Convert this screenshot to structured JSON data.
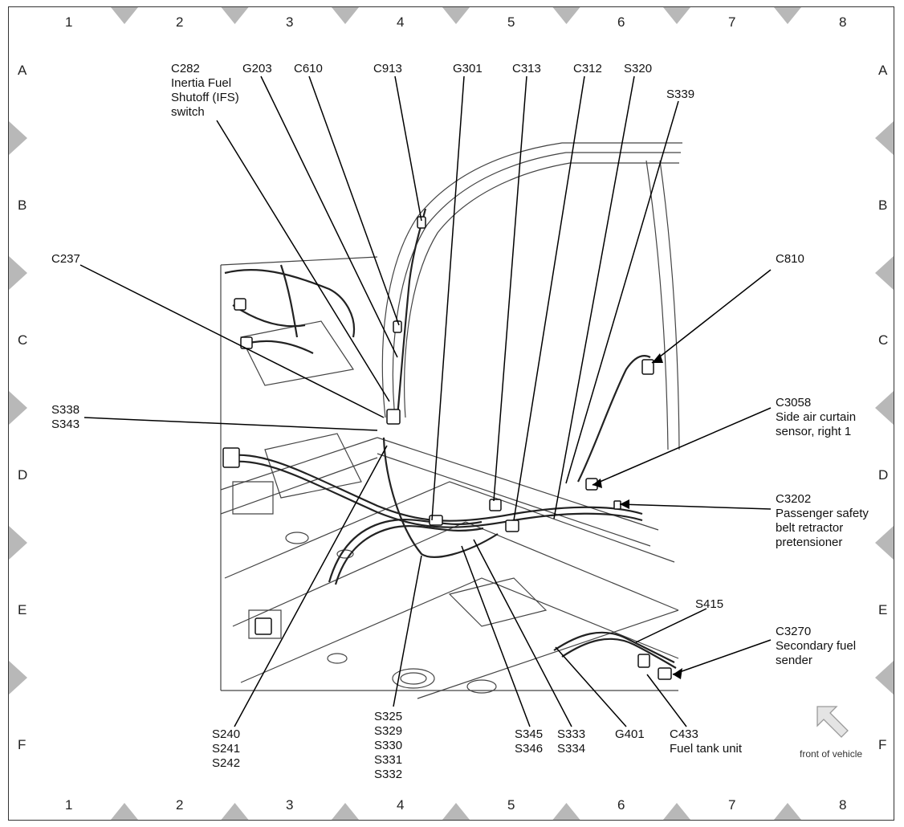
{
  "grid": {
    "columns": [
      "1",
      "2",
      "3",
      "4",
      "5",
      "6",
      "7",
      "8"
    ],
    "rows": [
      "A",
      "B",
      "C",
      "D",
      "E",
      "F"
    ]
  },
  "labels": {
    "c282": [
      "C282",
      "Inertia Fuel",
      "Shutoff (IFS)",
      "switch"
    ],
    "g203": [
      "G203"
    ],
    "c610": [
      "C610"
    ],
    "c913": [
      "C913"
    ],
    "g301": [
      "G301"
    ],
    "c313": [
      "C313"
    ],
    "c312": [
      "C312"
    ],
    "s320": [
      "S320"
    ],
    "s339": [
      "S339"
    ],
    "c237": [
      "C237"
    ],
    "c810": [
      "C810"
    ],
    "s338": [
      "S338",
      "S343"
    ],
    "c3058": [
      "C3058",
      "Side air curtain",
      "sensor, right 1"
    ],
    "c3202": [
      "C3202",
      "Passenger safety",
      "belt retractor",
      "pretensioner"
    ],
    "s415": [
      "S415"
    ],
    "c3270": [
      "C3270",
      "Secondary fuel",
      "sender"
    ],
    "s240": [
      "S240",
      "S241",
      "S242"
    ],
    "s325": [
      "S325",
      "S329",
      "S330",
      "S331",
      "S332"
    ],
    "s345": [
      "S345",
      "S346"
    ],
    "s333": [
      "S333",
      "S334"
    ],
    "g401": [
      "G401"
    ],
    "c433": [
      "C433",
      "Fuel tank unit"
    ]
  },
  "front_note": "front of vehicle",
  "icons": {
    "front_arrow": "front-arrow-icon"
  }
}
